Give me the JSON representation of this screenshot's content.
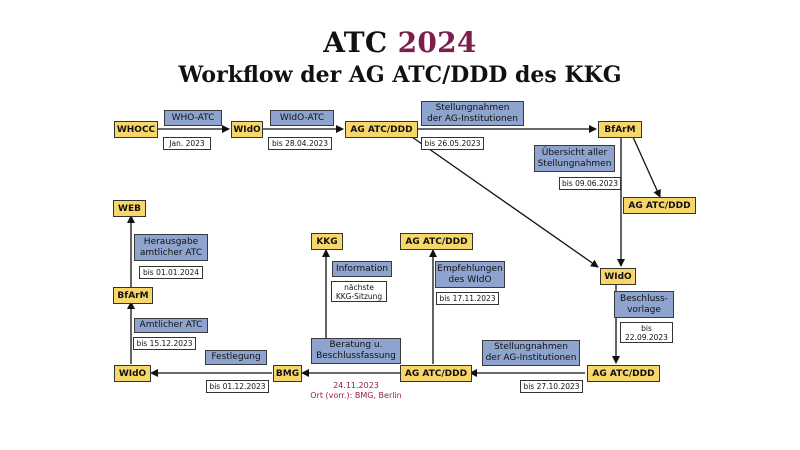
{
  "title": {
    "prefix": "ATC",
    "year": "2024",
    "subtitle": "Workflow der AG ATC/DDD des KKG"
  },
  "nodes": {
    "whocc": "WHOCC",
    "wido_1": "WIdO",
    "ag_1": "AG ATC/DDD",
    "bfarm_1": "BfArM",
    "ag_2": "AG ATC/DDD",
    "wido_2": "WIdO",
    "ag_3": "AG ATC/DDD",
    "ag_4": "AG ATC/DDD",
    "bmg": "BMG",
    "wido_3": "WIdO",
    "bfarm_2": "BfArM",
    "web": "WEB",
    "kkg": "KKG",
    "ag_5": "AG ATC/DDD"
  },
  "labels": {
    "who_atc": "WHO-ATC",
    "wido_atc": "WIdO-ATC",
    "stellungnahmen_1": "Stellungnahmen\nder AG-Institutionen",
    "uebersicht": "Übersicht aller\nStellungnahmen",
    "beschlussvorlage": "Beschluss-\nvorlage",
    "stellungnahmen_2": "Stellungnahmen\nder AG-Institutionen",
    "beratung": "Beratung u.\nBeschlussfassung",
    "festlegung": "Festlegung",
    "amtlicher_atc": "Amtlicher ATC",
    "herausgabe": "Herausgabe\namtlicher ATC",
    "information": "Information",
    "empfehlungen": "Empfehlungen\ndes WIdO"
  },
  "dates": {
    "jan_2023": "Jan. 2023",
    "d_28_04": "bis 28.04.2023",
    "d_26_05": "bis 26.05.2023",
    "d_09_06": "bis 09.06.2023",
    "d_22_09": "bis\n22.09.2023",
    "d_27_10": "bis 27.10.2023",
    "d_17_11": "bis 17.11.2023",
    "naechste": "nächste\nKKG-Sitzung",
    "d_01_12": "bis 01.12.2023",
    "d_15_12": "bis  15.12.2023",
    "d_01_01": "bis 01.01.2024"
  },
  "meeting": {
    "date": "24.11.2023",
    "place": "Ort (vorr.): BMG, Berlin"
  },
  "colors": {
    "node_fill": "#f7d66a",
    "label_fill": "#8ea4cf",
    "year_accent": "#7a1f4e",
    "meeting_text": "#9b1c3a",
    "arrow": "#111111"
  }
}
